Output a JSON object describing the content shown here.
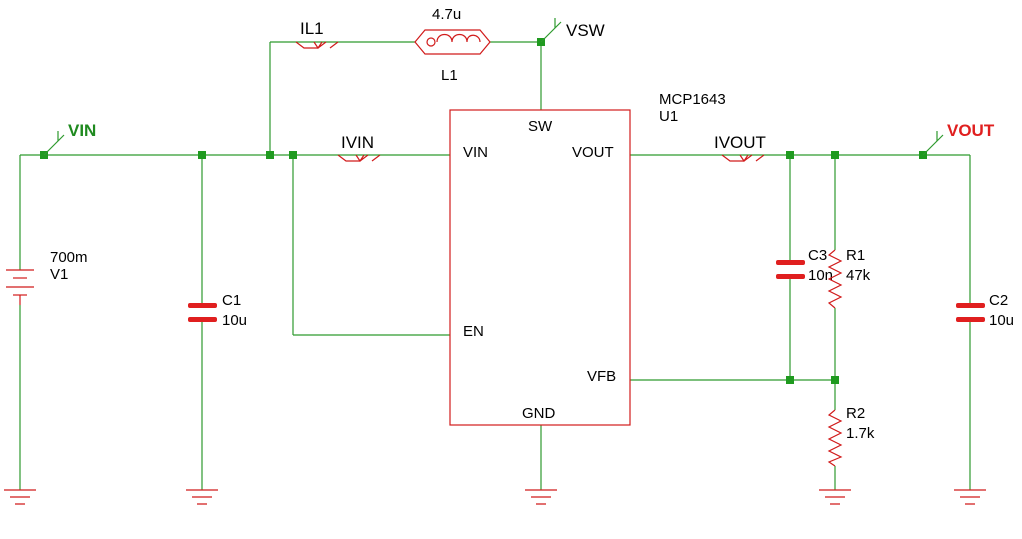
{
  "colors": {
    "wire": "#2e9a2e",
    "component": "#d11b1b",
    "node": "#1f9a1f",
    "vin_label": "#1f8a1f",
    "vout_label": "#e01f1f",
    "text": "#000000"
  },
  "nets": {
    "vin": "VIN",
    "vout": "VOUT",
    "vsw": "VSW"
  },
  "probes": {
    "il1": "IL1",
    "ivin": "IVIN",
    "ivout": "IVOUT"
  },
  "ic": {
    "part": "MCP1643",
    "ref": "U1",
    "pins": {
      "sw": "SW",
      "vin": "VIN",
      "vout": "VOUT",
      "en": "EN",
      "vfb": "VFB",
      "gnd": "GND"
    }
  },
  "components": {
    "l1": {
      "ref": "L1",
      "value": "4.7u"
    },
    "v1": {
      "ref": "V1",
      "value": "700m"
    },
    "c1": {
      "ref": "C1",
      "value": "10u"
    },
    "c2": {
      "ref": "C2",
      "value": "10u"
    },
    "c3": {
      "ref": "C3",
      "value": "10n"
    },
    "r1": {
      "ref": "R1",
      "value": "47k"
    },
    "r2": {
      "ref": "R2",
      "value": "1.7k"
    }
  },
  "icons": {
    "ground": "ground-symbol",
    "probe": "current-probe-chevron",
    "net_flag": "net-flag-tick"
  }
}
